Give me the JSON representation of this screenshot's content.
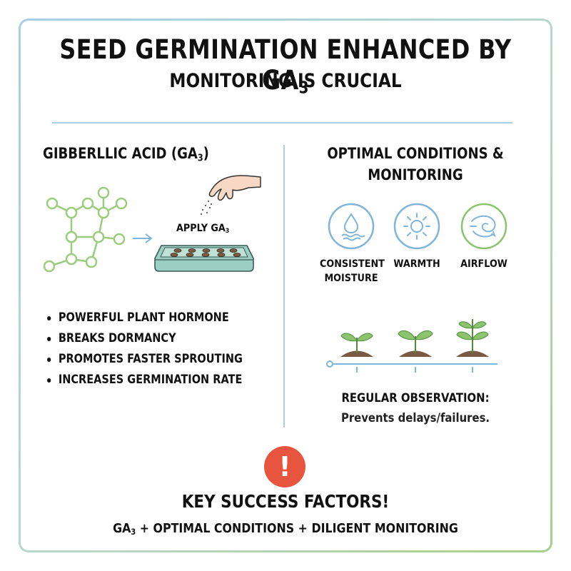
{
  "header": {
    "title_main": "SEED GERMINATION ENHANCED BY GA",
    "title_sub": "3",
    "subtitle": "MONITORING IS CRUCIAL"
  },
  "left_panel": {
    "heading_main": "GIBBERLLIC ACID (GA",
    "heading_sub": "3",
    "heading_end": ")",
    "apply_label_main": "APPLY GA",
    "apply_label_sub": "3",
    "bullets": [
      "POWERFUL PLANT HORMONE",
      "BREAKS DORMANCY",
      "PROMOTES FASTER SPROUTING",
      "INCREASES GERMINATION RATE"
    ],
    "molecule_icon": "molecule-structure-icon",
    "hand_icon": "hand-sprinkling-icon",
    "tray_icon": "seed-tray-icon"
  },
  "right_panel": {
    "heading_line1": "OPTIMAL CONDITIONS &",
    "heading_line2": "MONITORING",
    "conditions": [
      {
        "line1": "CONSISTENT",
        "line2": "MOISTURE",
        "icon": "water-drop-icon"
      },
      {
        "line1": "WARMTH",
        "line2": "",
        "icon": "sun-icon"
      },
      {
        "line1": "AIRFLOW",
        "line2": "",
        "icon": "airflow-swirl-icon"
      }
    ],
    "observation_title": "REGULAR OBSERVATION:",
    "observation_text": "Prevents delays/failures."
  },
  "footer": {
    "alert_symbol": "!",
    "key_title": "KEY SUCCESS FACTORS!",
    "formula_a": "GA",
    "formula_sub": "3",
    "formula_b": " + OPTIMAL CONDITIONS + DILIGENT MONITORING"
  },
  "colors": {
    "blue_accent": "#7fb5d9",
    "green_accent": "#8cc46e",
    "alert_red": "#e8553f",
    "tray_fill": "#9ccfc3"
  }
}
